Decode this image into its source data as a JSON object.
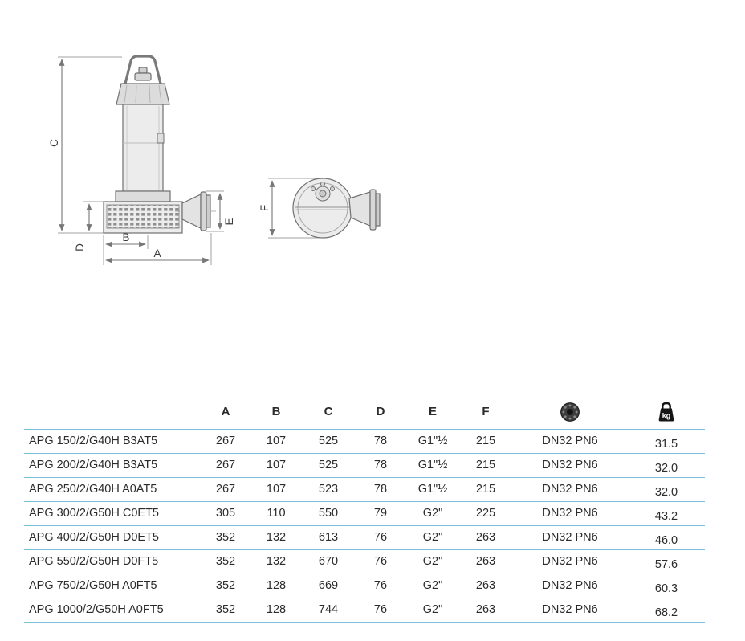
{
  "diagram": {
    "labels": {
      "A": "A",
      "B": "B",
      "C": "C",
      "D": "D",
      "E": "E",
      "F": "F"
    }
  },
  "table": {
    "line_color": "#7ac2dc",
    "headers": [
      "A",
      "B",
      "C",
      "D",
      "E",
      "F"
    ],
    "weight_unit": "kg",
    "rows": [
      {
        "model": "APG 150/2/G40H B3AT5",
        "A": "267",
        "B": "107",
        "C": "525",
        "D": "78",
        "E": "G1\"½",
        "F": "215",
        "flange": "DN32 PN6",
        "weight": "31.5"
      },
      {
        "model": "APG 200/2/G40H B3AT5",
        "A": "267",
        "B": "107",
        "C": "525",
        "D": "78",
        "E": "G1\"½",
        "F": "215",
        "flange": "DN32 PN6",
        "weight": "32.0"
      },
      {
        "model": "APG 250/2/G40H A0AT5",
        "A": "267",
        "B": "107",
        "C": "523",
        "D": "78",
        "E": "G1\"½",
        "F": "215",
        "flange": "DN32 PN6",
        "weight": "32.0"
      },
      {
        "model": "APG 300/2/G50H C0ET5",
        "A": "305",
        "B": "110",
        "C": "550",
        "D": "79",
        "E": "G2\"",
        "F": "225",
        "flange": "DN32 PN6",
        "weight": "43.2"
      },
      {
        "model": "APG 400/2/G50H D0ET5",
        "A": "352",
        "B": "132",
        "C": "613",
        "D": "76",
        "E": "G2\"",
        "F": "263",
        "flange": "DN32 PN6",
        "weight": "46.0"
      },
      {
        "model": "APG 550/2/G50H D0FT5",
        "A": "352",
        "B": "132",
        "C": "670",
        "D": "76",
        "E": "G2\"",
        "F": "263",
        "flange": "DN32 PN6",
        "weight": "57.6"
      },
      {
        "model": "APG 750/2/G50H A0FT5",
        "A": "352",
        "B": "128",
        "C": "669",
        "D": "76",
        "E": "G2\"",
        "F": "263",
        "flange": "DN32 PN6",
        "weight": "60.3"
      },
      {
        "model": "APG 1000/2/G50H A0FT5",
        "A": "352",
        "B": "128",
        "C": "744",
        "D": "76",
        "E": "G2\"",
        "F": "263",
        "flange": "DN32 PN6",
        "weight": "68.2"
      }
    ]
  }
}
